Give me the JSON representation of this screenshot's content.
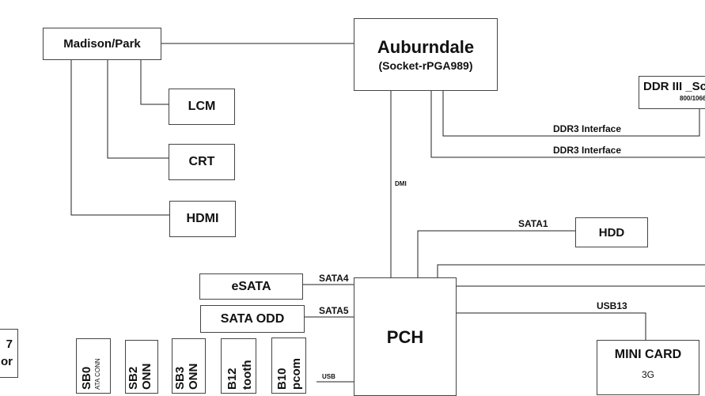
{
  "blocks": {
    "madison_park": "Madison/Park",
    "cpu_name": "Auburndale",
    "cpu_socket": "(Socket-rPGA989)",
    "lcm": "LCM",
    "crt": "CRT",
    "hdmi": "HDMI",
    "ddr_title": "DDR III _Sc",
    "ddr_speed": "800/1066",
    "hdd": "HDD",
    "esata": "eSATA",
    "sata_odd": "SATA ODD",
    "pch": "PCH",
    "mini_card": "MINI CARD",
    "mini_card_sub": "3G",
    "left_box_line1": "7",
    "left_box_line2": "or"
  },
  "signals": {
    "ddr3_a": "DDR3 Interface",
    "ddr3_b": "DDR3 Interface",
    "dmi": "DMI",
    "sata1": "SATA1",
    "sata4": "SATA4",
    "sata5": "SATA5",
    "usb13": "USB13",
    "usb": "USB"
  },
  "usb_ports": [
    {
      "line1": "SB0",
      "line2": "ATA CONN"
    },
    {
      "line1": "SB2",
      "line2": "ONN"
    },
    {
      "line1": "SB3",
      "line2": "ONN"
    },
    {
      "line1": "B12",
      "line2": "tooth"
    },
    {
      "line1": "B10",
      "line2": "pcom"
    }
  ]
}
